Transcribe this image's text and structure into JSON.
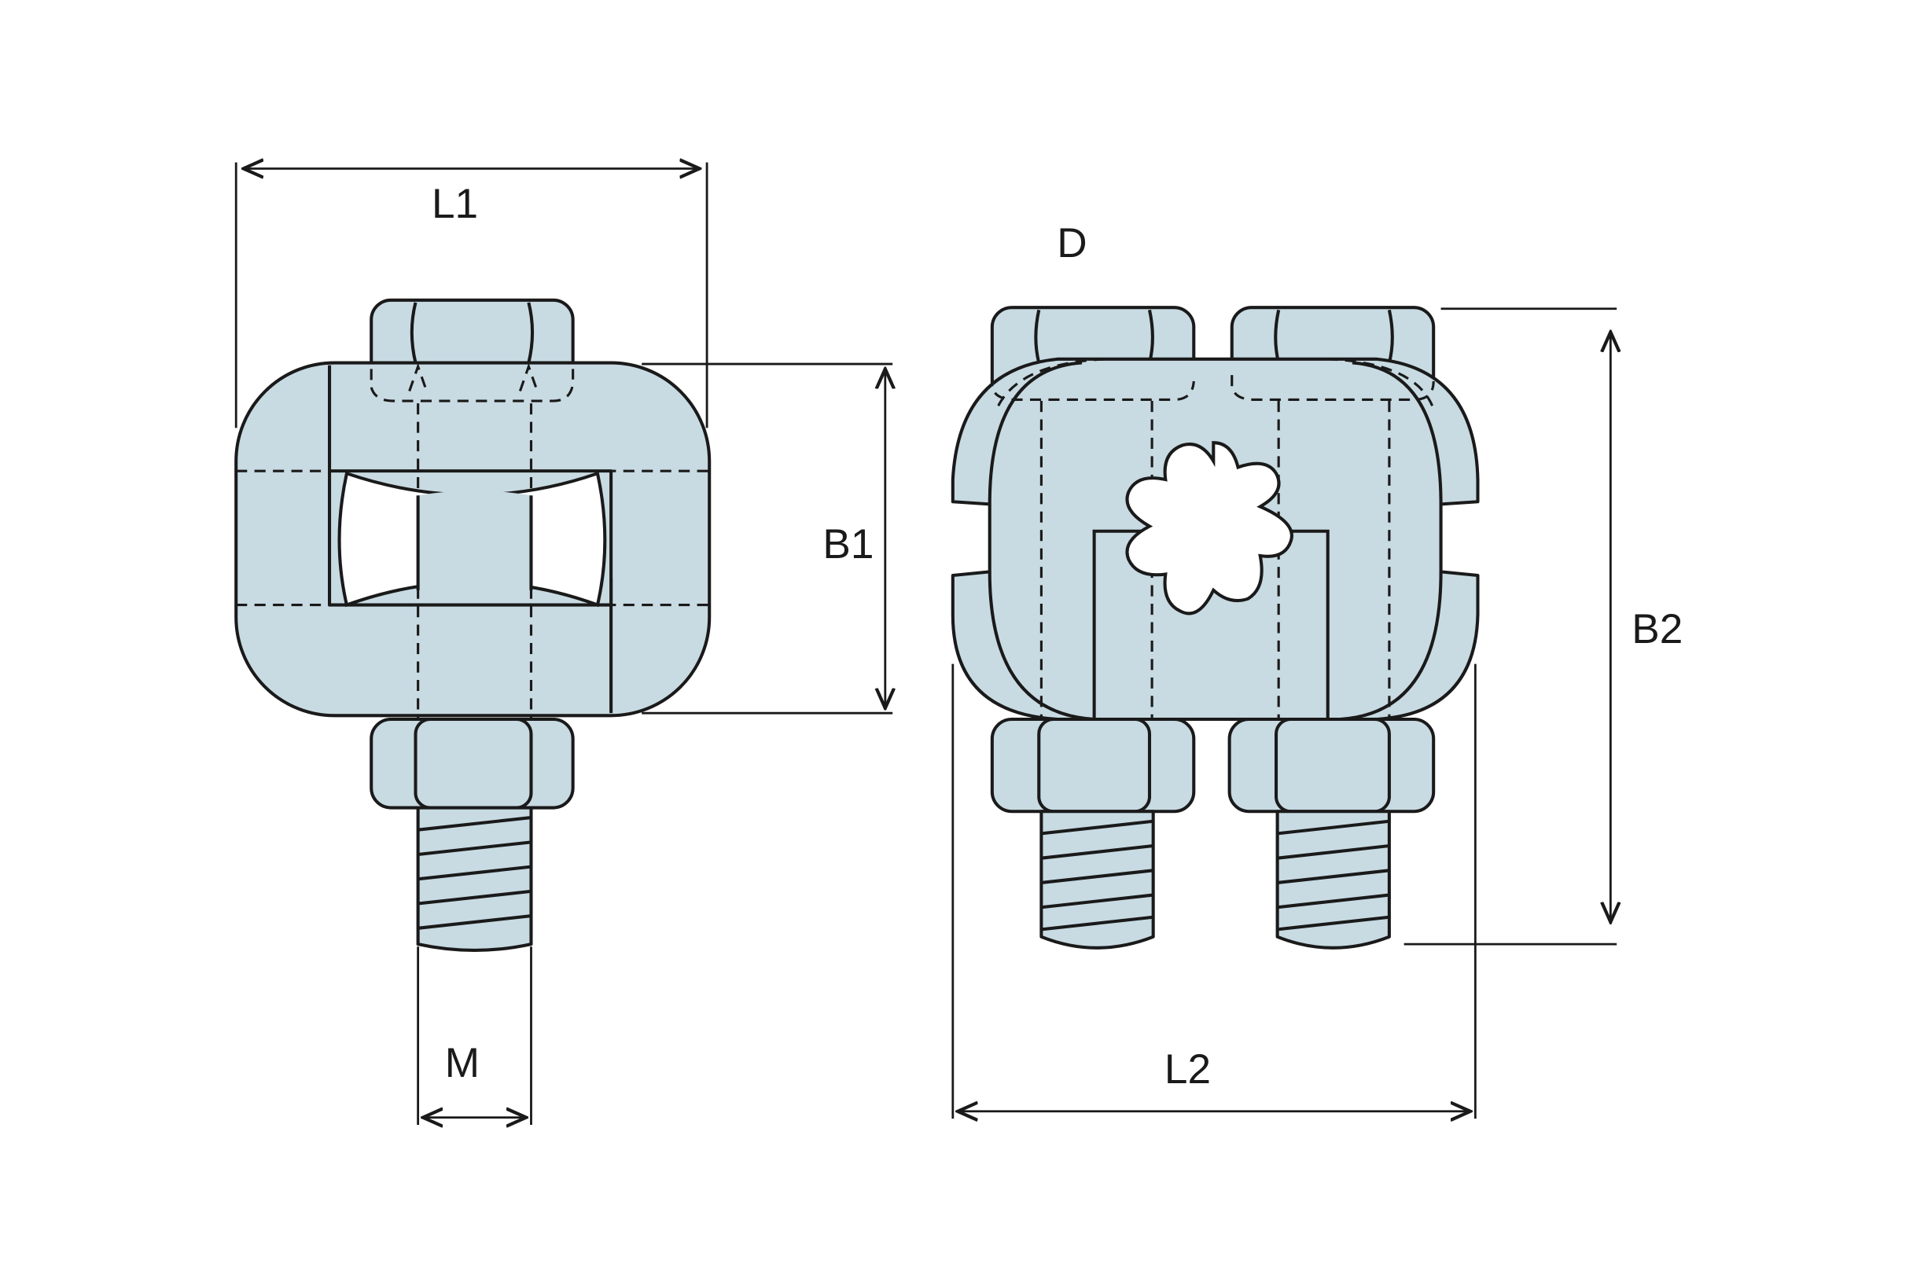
{
  "labels": {
    "L1": "L1",
    "D": "D",
    "B1": "B1",
    "B2": "B2",
    "M": "M",
    "L2": "L2"
  },
  "colors": {
    "part_fill": "#c8dae2",
    "line": "#1a1a1a",
    "background": "#ffffff"
  }
}
